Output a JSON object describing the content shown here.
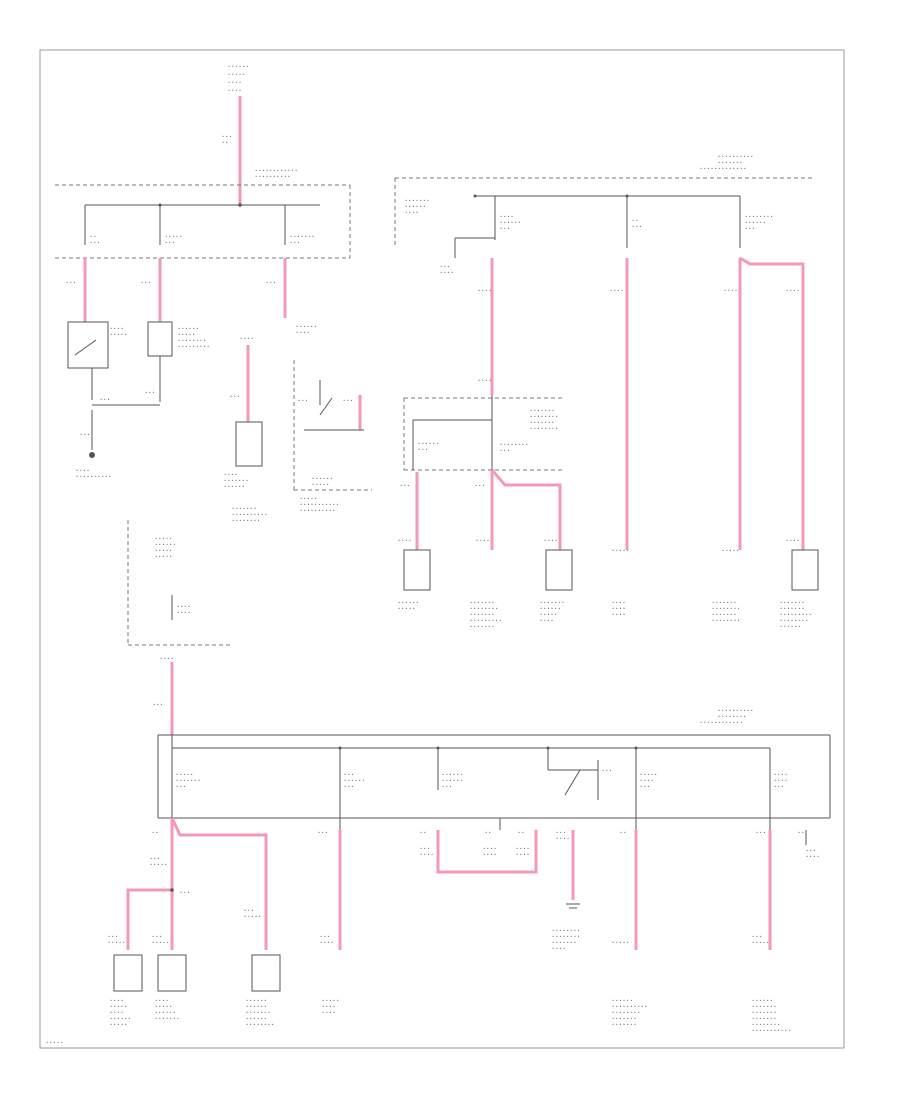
{
  "colors": {
    "wire": "#f29ab2",
    "line": "#555555",
    "border": "#999999"
  },
  "elements": {
    "top_fuses": 3,
    "upper_right_fuses": 4,
    "lower_fuses": 6
  }
}
